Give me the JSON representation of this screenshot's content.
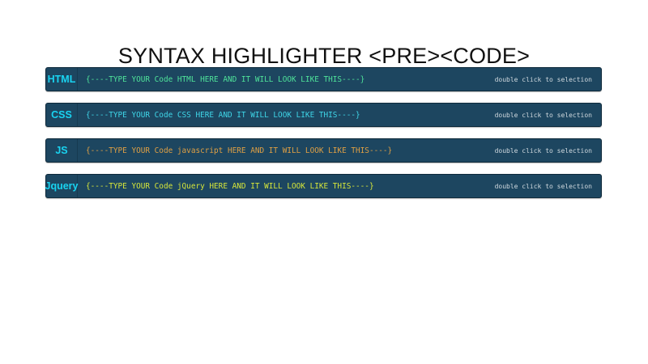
{
  "page": {
    "title": "SYNTAX HIGHLIGHTER <PRE><CODE>"
  },
  "blocks": [
    {
      "lang": "HTML",
      "code": "{----TYPE YOUR Code HTML HERE AND IT WILL LOOK LIKE THIS----}",
      "hint": "double click to selection",
      "color": "#4fe39a"
    },
    {
      "lang": "CSS",
      "code": "{----TYPE YOUR Code CSS HERE AND IT WILL LOOK LIKE THIS----}",
      "hint": "double click to selection",
      "color": "#3fd6e8"
    },
    {
      "lang": "JS",
      "code": "{----TYPE YOUR Code javascript HERE AND IT WILL LOOK LIKE THIS----}",
      "hint": "double click to selection",
      "color": "#e0a044"
    },
    {
      "lang": "Jquery",
      "code": "{----TYPE YOUR Code jQuery HERE AND IT WILL LOOK LIKE THIS----}",
      "hint": "double click to selection",
      "color": "#d6e63a"
    }
  ],
  "colors": {
    "block_bg": "#1d4660",
    "lang_label": "#19d3f0",
    "hint": "#cfd8de"
  }
}
